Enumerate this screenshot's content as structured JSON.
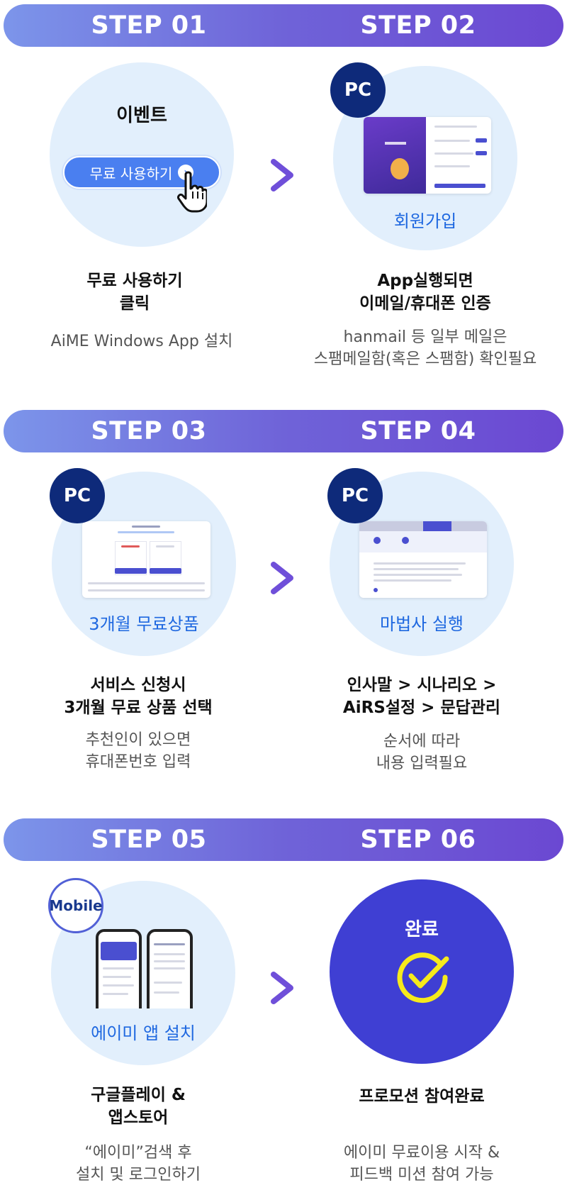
{
  "sections": [
    {
      "left_step": "STEP 01",
      "right_step": "STEP 02"
    },
    {
      "left_step": "STEP 03",
      "right_step": "STEP 04"
    },
    {
      "left_step": "STEP 05",
      "right_step": "STEP 06"
    }
  ],
  "steps": {
    "s1": {
      "event_label": "이벤트",
      "button_label": "무료 사용하기",
      "title_line1": "무료 사용하기",
      "title_line2": "클릭",
      "desc_line1": "AiME Windows App 설치"
    },
    "s2": {
      "badge": "PC",
      "circle_label": "회원가입",
      "title_line1": "App실행되면",
      "title_line2": "이메일/휴대폰 인증",
      "desc_line1": "hanmail 등 일부 메일은",
      "desc_line2": "스팸메일함(혹은 스팸함) 확인필요"
    },
    "s3": {
      "badge": "PC",
      "circle_label": "3개월 무료상품",
      "title_line1": "서비스 신청시",
      "title_line2": "3개월 무료 상품 선택",
      "desc_line1": "추천인이 있으면",
      "desc_line2": "휴대폰번호 입력"
    },
    "s4": {
      "badge": "PC",
      "circle_label": "마법사 실행",
      "title_line1": "인사말 > 시나리오 >",
      "title_line2": "AiRS설정 > 문답관리",
      "desc_line1": "순서에 따라",
      "desc_line2": "내용 입력필요"
    },
    "s5": {
      "badge": "Mobile",
      "circle_label": "에이미 앱 설치",
      "title_line1": "구글플레이 &",
      "title_line2": "앱스토어",
      "desc_line1": "“에이미”검색 후",
      "desc_line2": "설치 및 로그인하기"
    },
    "s6": {
      "circle_label": "완료",
      "title_line1": "프로모션 참여완료",
      "desc_line1": "에이미 무료이용 시작 &",
      "desc_line2": "피드백 미션 참여 가능"
    }
  },
  "colors": {
    "band_start": "#7c95ea",
    "band_end": "#6b48d2",
    "circle_bg": "#e2effc",
    "done_bg": "#3f3fd3",
    "badge_bg": "#0e2a7a",
    "label_blue": "#1f68e0",
    "arrow": "#6f4fd9",
    "check": "#f6ea1c"
  },
  "icons": [
    "chevron-right-icon",
    "pointer-hand-icon",
    "check-circle-icon"
  ]
}
